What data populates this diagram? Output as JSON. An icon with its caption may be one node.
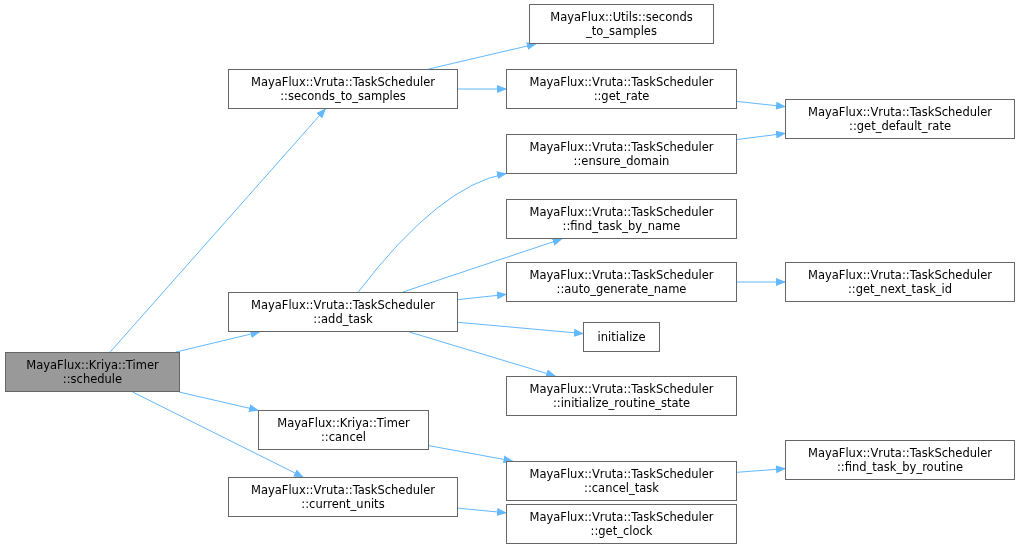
{
  "diagram": {
    "nodes": [
      {
        "text": [
          "MayaFlux::Kriya::Timer ::schedule"
        ]
      },
      {
        "text": [
          "MayaFlux::Vruta::TaskScheduler ::seconds_to_samples"
        ]
      },
      {
        "text": [
          "MayaFlux::Utils::seconds _to_samples"
        ]
      },
      {
        "text": [
          "MayaFlux::Vruta::TaskScheduler ::get_rate"
        ]
      },
      {
        "text": [
          "MayaFlux::Vruta::TaskScheduler ::get_default_rate"
        ]
      },
      {
        "text": [
          "MayaFlux::Vruta::TaskScheduler ::ensure_domain"
        ]
      },
      {
        "text": [
          "MayaFlux::Vruta::TaskScheduler ::find_task_by_name"
        ]
      },
      {
        "text": [
          "MayaFlux::Vruta::TaskScheduler ::add_task"
        ]
      },
      {
        "text": [
          "MayaFlux::Vruta::TaskScheduler ::auto_generate_name"
        ]
      },
      {
        "text": [
          "MayaFlux::Vruta::TaskScheduler ::get_next_task_id"
        ]
      },
      {
        "text": [
          "initialize"
        ]
      },
      {
        "text": [
          "MayaFlux::Vruta::TaskScheduler ::initialize_routine_state"
        ]
      },
      {
        "text": [
          "MayaFlux::Kriya::Timer ::cancel"
        ]
      },
      {
        "text": [
          "MayaFlux::Vruta::TaskScheduler ::cancel_task"
        ]
      },
      {
        "text": [
          "MayaFlux::Vruta::TaskScheduler ::find_task_by_routine"
        ]
      },
      {
        "text": [
          "MayaFlux::Vruta::TaskScheduler ::current_units"
        ]
      },
      {
        "text": [
          "MayaFlux::Vruta::TaskScheduler ::get_clock"
        ]
      }
    ],
    "edges": [
      {
        "from": 0,
        "to": 1,
        "arrow": "to"
      },
      {
        "from": 0,
        "to": 7,
        "arrow": "to"
      },
      {
        "from": 0,
        "to": 12,
        "arrow": "to"
      },
      {
        "from": 0,
        "to": 15,
        "arrow": "to"
      },
      {
        "from": 1,
        "to": 2,
        "arrow": "to"
      },
      {
        "from": 1,
        "to": 3,
        "arrow": "to"
      },
      {
        "from": 3,
        "to": 4,
        "arrow": "to"
      },
      {
        "from": 5,
        "to": 4,
        "arrow": "to"
      },
      {
        "from": 7,
        "to": 5,
        "arrow": "to"
      },
      {
        "from": 7,
        "to": 6,
        "arrow": "to"
      },
      {
        "from": 7,
        "to": 8,
        "arrow": "to"
      },
      {
        "from": 7,
        "to": 10,
        "arrow": "to"
      },
      {
        "from": 7,
        "to": 11,
        "arrow": "to"
      },
      {
        "from": 8,
        "to": 9,
        "arrow": "to"
      },
      {
        "from": 12,
        "to": 13,
        "arrow": "to"
      },
      {
        "from": 13,
        "to": 14,
        "arrow": "to"
      },
      {
        "from": 15,
        "to": 16,
        "arrow": "to"
      }
    ]
  }
}
